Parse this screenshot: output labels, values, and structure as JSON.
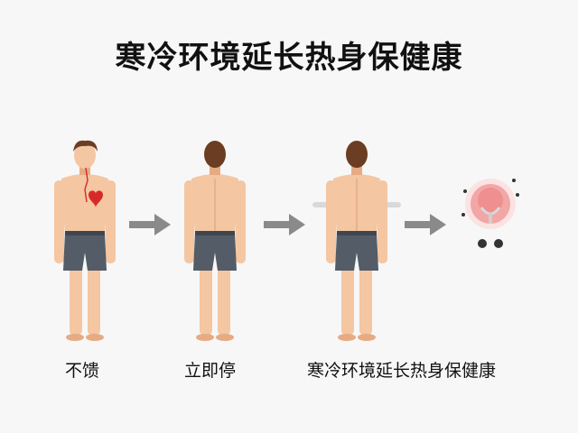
{
  "title": "寒冷环境延长热身保健康",
  "colors": {
    "skin": "#f4c6a2",
    "skin_shade": "#e7ab84",
    "hair": "#6b3d22",
    "shorts": "#545c67",
    "arrow": "#8a8a8a",
    "heart": "#d62a2a",
    "glow": "#f3a6a6"
  },
  "steps": [
    {
      "figure": "person-front-pain",
      "label": "不馈"
    },
    {
      "figure": "person-back",
      "label": "立即停"
    },
    {
      "figure": "person-back-stretching",
      "label": "寒冷环境延长热身保健康"
    },
    {
      "figure": "heart-warmth-icon",
      "label": ""
    }
  ]
}
